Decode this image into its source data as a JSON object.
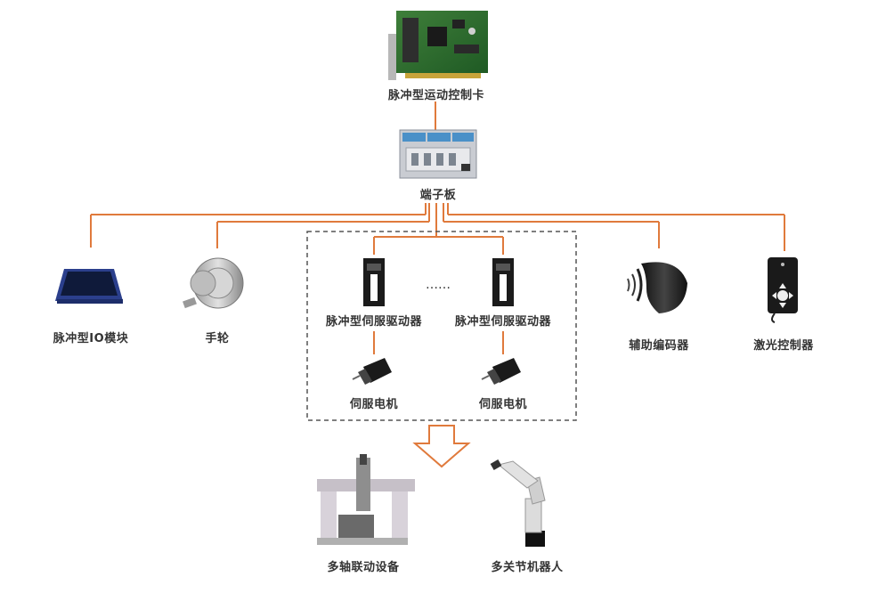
{
  "colors": {
    "wire": "#e07a3c",
    "dashed_box": "#555555",
    "arrow": "#e07a3c",
    "label": "#333333"
  },
  "nodes": {
    "controller_card": {
      "label": "脉冲型运动控制卡",
      "icon": "pcb-card-icon"
    },
    "terminal_board": {
      "label": "端子板",
      "icon": "terminal-board-icon"
    },
    "io_module": {
      "label": "脉冲型IO模块",
      "icon": "io-module-icon"
    },
    "handwheel": {
      "label": "手轮",
      "icon": "handwheel-icon"
    },
    "servo_driver_1": {
      "label": "脉冲型伺服驱动器",
      "icon": "servo-driver-icon"
    },
    "servo_driver_2": {
      "label": "脉冲型伺服驱动器",
      "icon": "servo-driver-icon"
    },
    "servo_motor_1": {
      "label": "伺服电机",
      "icon": "servo-motor-icon"
    },
    "servo_motor_2": {
      "label": "伺服电机",
      "icon": "servo-motor-icon"
    },
    "aux_encoder": {
      "label": "辅助编码器",
      "icon": "encoder-icon"
    },
    "laser_controller": {
      "label": "激光控制器",
      "icon": "laser-controller-icon"
    },
    "multi_axis_equipment": {
      "label": "多轴联动设备",
      "icon": "gantry-machine-icon"
    },
    "multi_joint_robot": {
      "label": "多关节机器人",
      "icon": "robot-arm-icon"
    }
  },
  "ellipsis": "……"
}
